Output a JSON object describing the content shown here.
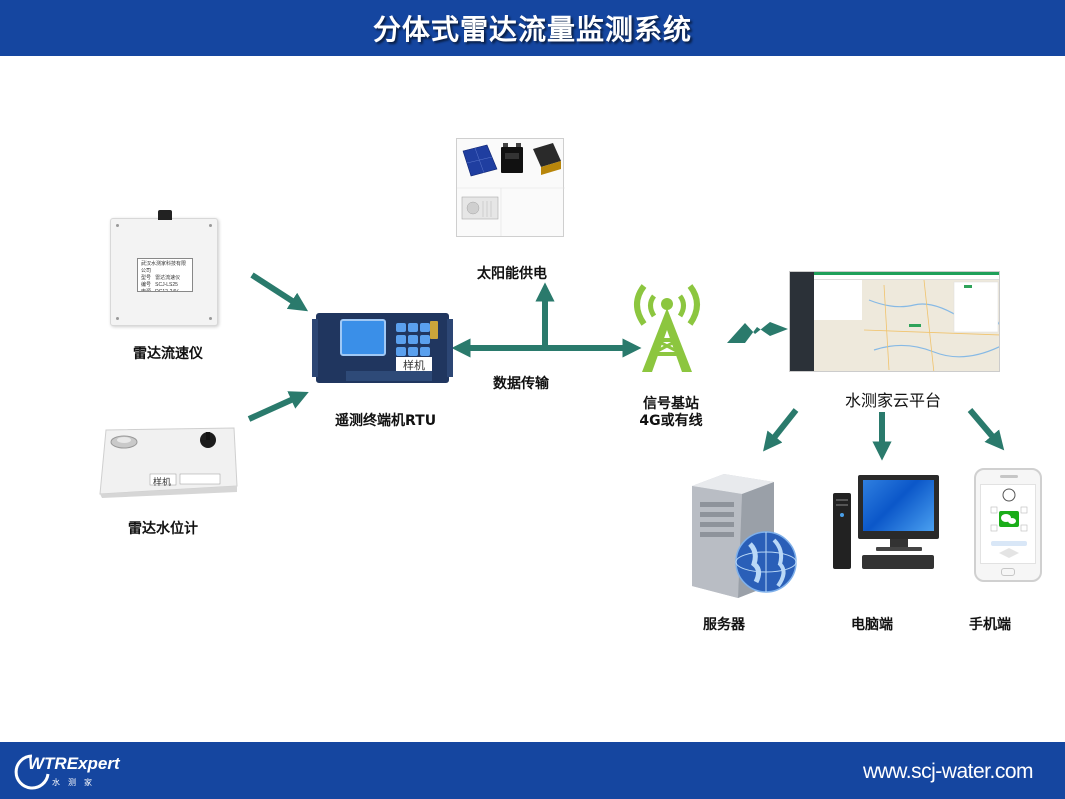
{
  "header": {
    "title": "分体式雷达流量监测系统"
  },
  "footer": {
    "logo_text": "WTRExpert",
    "logo_sub": "水测家",
    "url": "www.scj-water.com"
  },
  "nodes": {
    "radar_flow_meter": {
      "label": "雷达流速仪",
      "plate_company": "武汉水测家科技有限公司"
    },
    "radar_level_meter": {
      "label": "雷达水位计",
      "plate_text": "样机"
    },
    "rtu": {
      "label": "遥测终端机RTU",
      "plate_text": "样机"
    },
    "solar": {
      "label": "太阳能供电"
    },
    "data_transfer": {
      "label": "数据传输"
    },
    "base_station": {
      "label_line1": "信号基站",
      "label_line2": "4G或有线"
    },
    "cloud_platform": {
      "label": "水测家云平台"
    },
    "server": {
      "label": "服务器"
    },
    "computer": {
      "label": "电脑端"
    },
    "phone": {
      "label": "手机端"
    }
  },
  "colors": {
    "header_bg": "#1546a0",
    "arrow": "#2a7a6c",
    "tower": "#8cc63f"
  }
}
